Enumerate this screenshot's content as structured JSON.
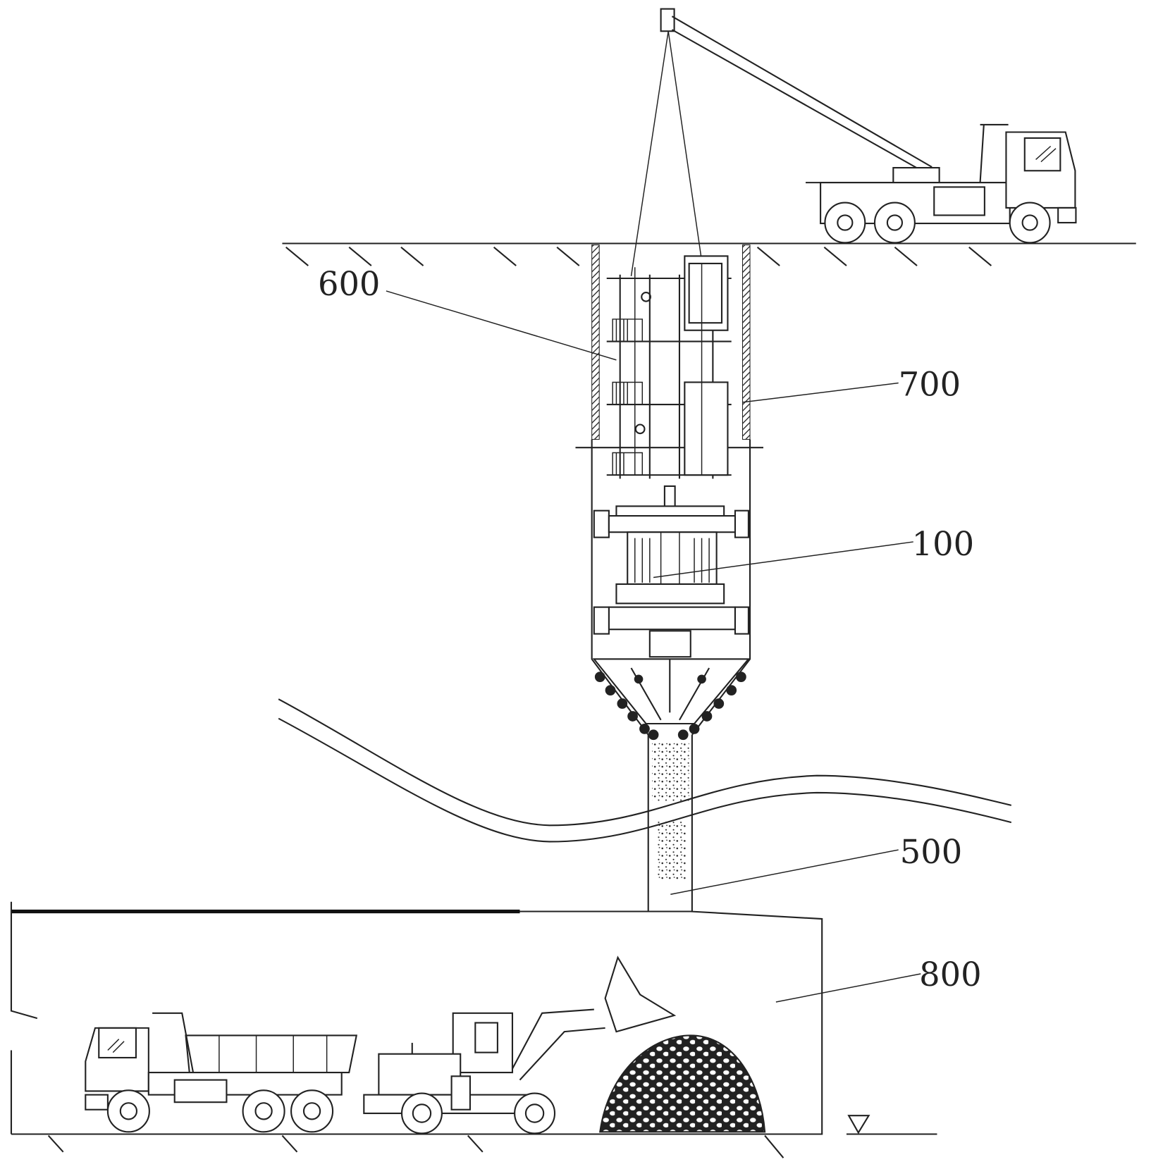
{
  "figure": {
    "labels": {
      "shaft_platform": "600",
      "lifting_system": "700",
      "drilling_machine": "100",
      "slag_hole": "500",
      "tunnel": "800"
    }
  }
}
